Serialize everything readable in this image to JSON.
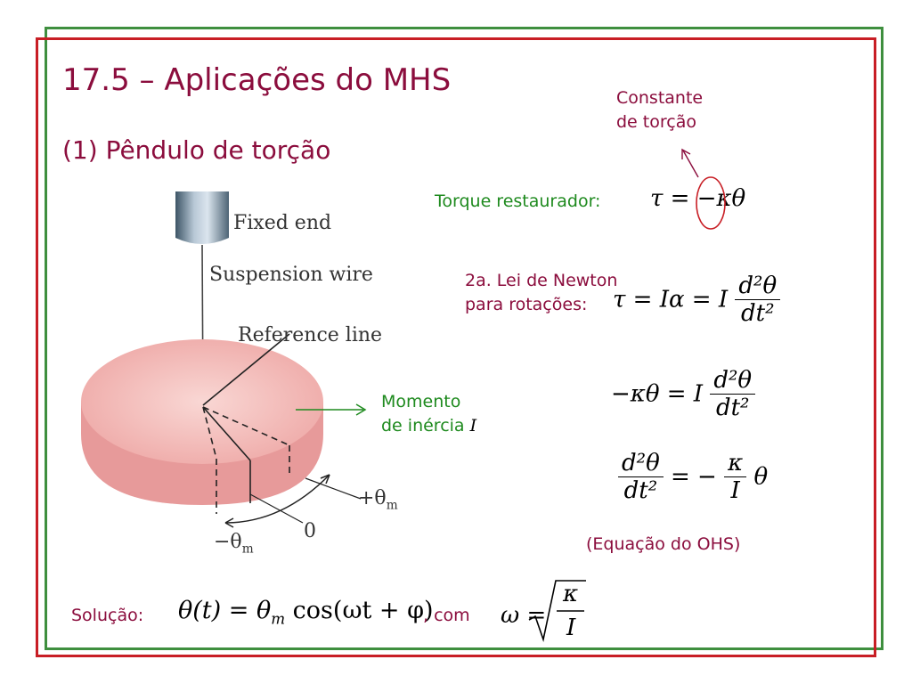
{
  "slide": {
    "title": "17.5 – Aplicações do MHS",
    "subtitle": "(1) Pêndulo de torção"
  },
  "annotation": {
    "constante": "Constante",
    "de_torcao": "de torção"
  },
  "torque": {
    "label": "Torque restaurador:",
    "lhs": "τ = −",
    "kappa": "κ",
    "theta": "θ"
  },
  "newton": {
    "line1": "2a. Lei de Newton",
    "line2": "para rotações:",
    "eq_lhs": "τ = Iα = I",
    "num": "d²θ",
    "den": "dt²"
  },
  "eq2": {
    "lhs": "−κθ = I",
    "num": "d²θ",
    "den": "dt²"
  },
  "eq3": {
    "num": "d²θ",
    "den": "dt²",
    "mid": "= −",
    "k_num": "κ",
    "k_den": "I",
    "tail": "θ"
  },
  "ohs_label": "(Equação do OHS)",
  "moment": {
    "line1": "Momento",
    "line2": "de inércia",
    "symbol": "I"
  },
  "figure": {
    "fixed_end": "Fixed end",
    "suspension_wire": "Suspension wire",
    "reference_line": "Reference line",
    "plus_theta": "+θ",
    "minus_theta": "−θ",
    "sub_m": "m",
    "zero": "0"
  },
  "solution": {
    "label": "Solução:",
    "eq_a": "θ(t) = θ",
    "sub": "m",
    "eq_b": " cos(ωt + φ)",
    "com": ", com",
    "omega": "ω =",
    "k": "κ",
    "i": "I"
  },
  "colors": {
    "title": "#8b0d3d",
    "green": "#1e8a1e",
    "frame_red": "#c81e25",
    "frame_green": "#3f8f3f",
    "disk": "#f0b1b1"
  }
}
